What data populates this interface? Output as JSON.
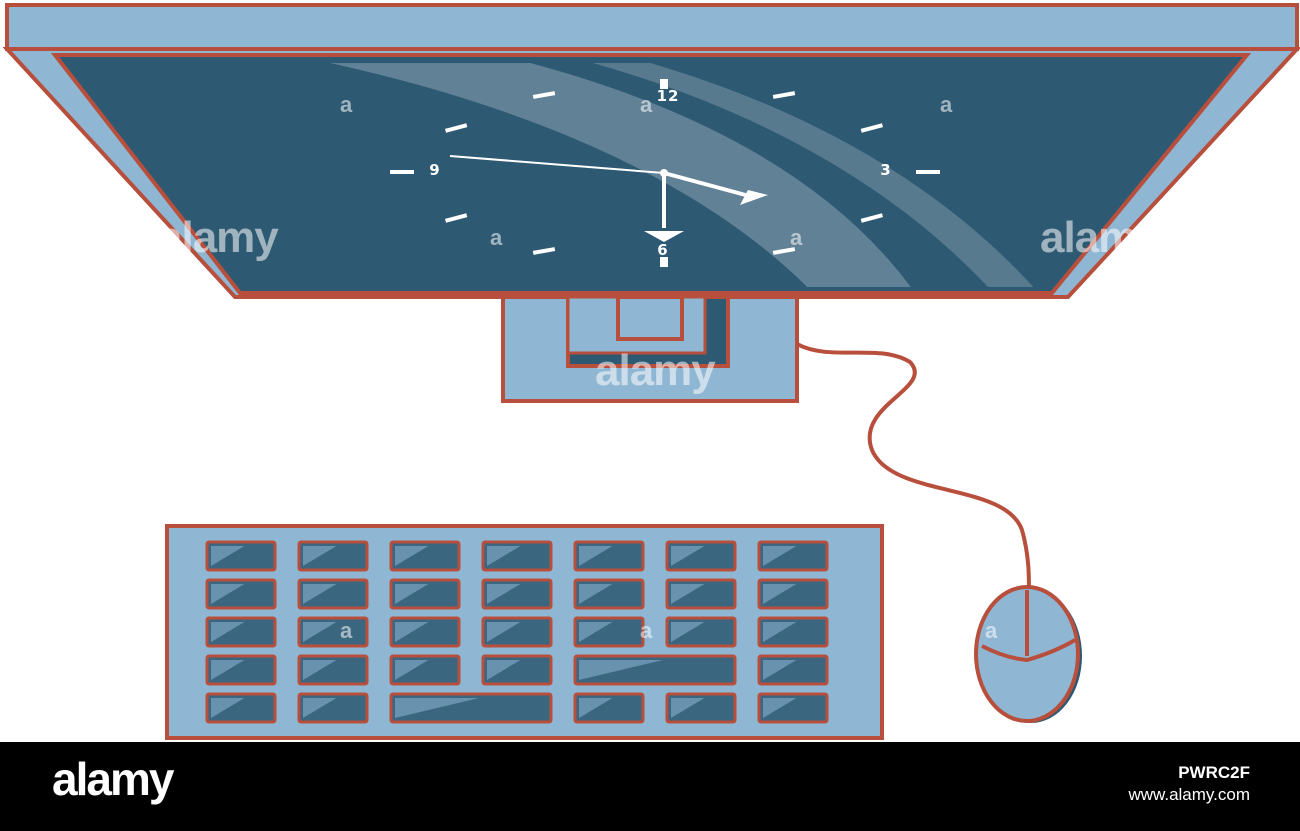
{
  "colors": {
    "outline": "#b84f3c",
    "body": "#8fb7d3",
    "screen": "#2d5973",
    "key": "#3a6680",
    "glare": "#ffffff",
    "footer": "#000000"
  },
  "clock": {
    "numerals": [
      "12",
      "3",
      "6",
      "9"
    ],
    "time": "3:46"
  },
  "watermark": {
    "text": "alamy",
    "mark": "a"
  },
  "keyboard": {
    "rows": 5,
    "columns": 7
  },
  "footer": {
    "brand": "alamy",
    "image_id": "PWRC2F",
    "url": "www.alamy.com"
  },
  "icons": {
    "monitor": "monitor-icon",
    "clock": "clock-icon",
    "keyboard": "keyboard-icon",
    "mouse": "mouse-icon"
  }
}
